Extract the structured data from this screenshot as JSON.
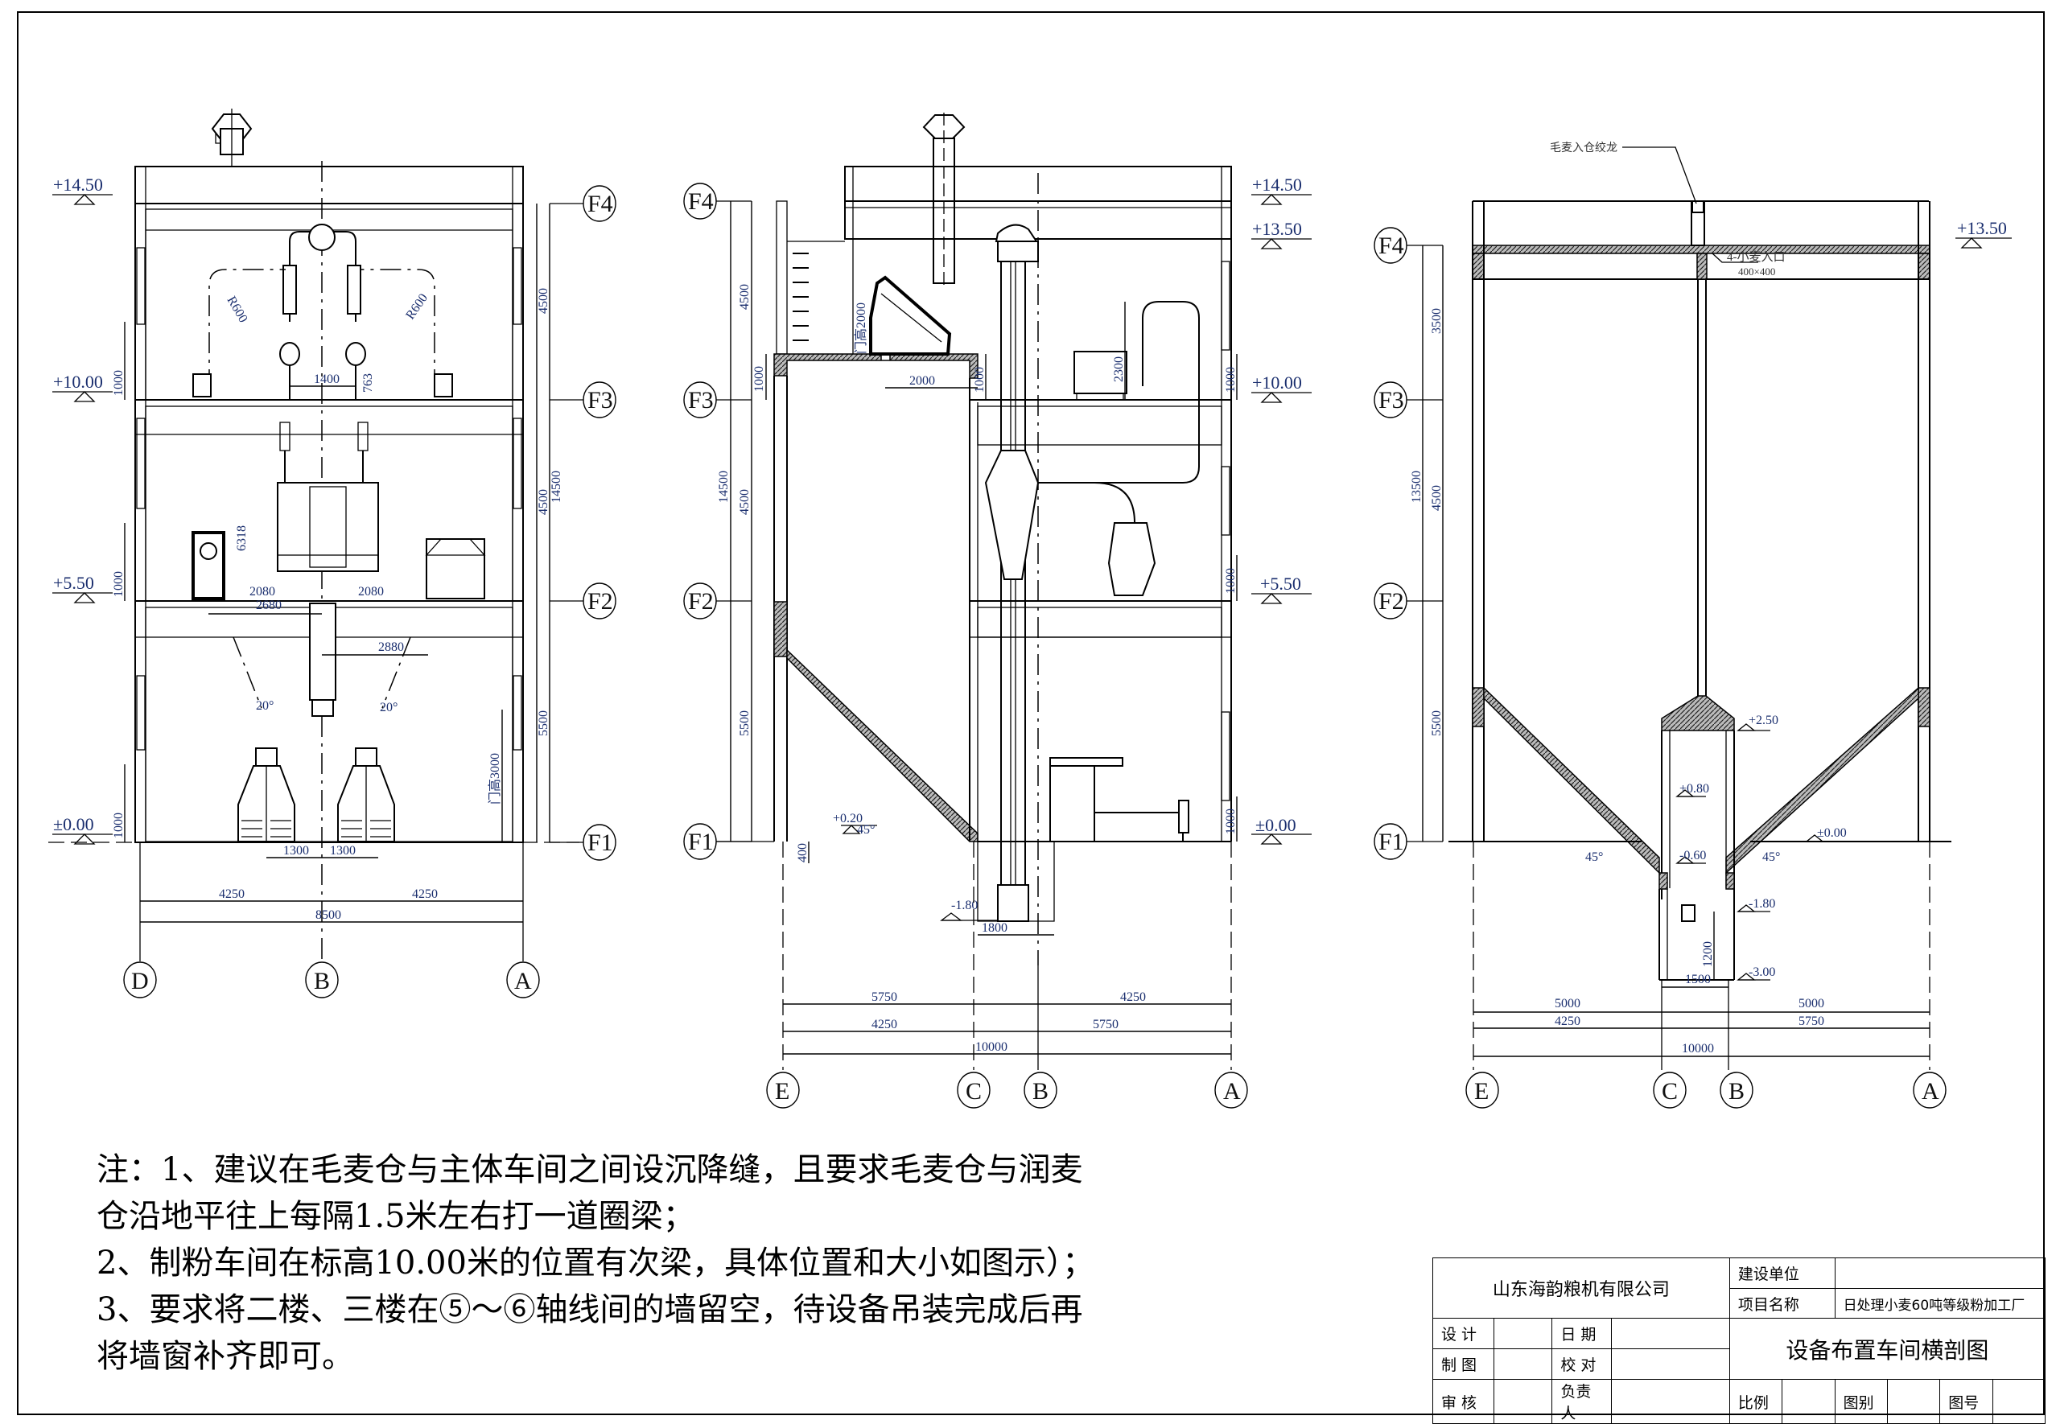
{
  "drawing": {
    "title": "设备布置车间横剖图",
    "left_section": {
      "levels": [
        "+14.50",
        "+10.00",
        "+5.50",
        "±0.00"
      ],
      "floor_axes": [
        "F4",
        "F3",
        "F2",
        "F1"
      ],
      "grid_axes": [
        "D",
        "B",
        "A"
      ],
      "vertical_dims": [
        "4500",
        "4500",
        "5500",
        "14500",
        "1000",
        "1000",
        "1000"
      ],
      "horizontal_dims": {
        "span_left": "4250",
        "span_right": "4250",
        "total": "8500",
        "pipe_spacing": "1400",
        "pipe_drop": "763",
        "r_left": "R600",
        "r_right": "R600",
        "height_6318": "6318",
        "sieve_left": "2080",
        "sieve_right": "2080",
        "offset_2680": "2680",
        "offset_2880": "2880",
        "angle_left": "20°",
        "angle_right": "20°",
        "bin_left": "1300",
        "bin_right": "1300",
        "door_height": "门高3000"
      }
    },
    "middle_section": {
      "levels": [
        "+14.50",
        "+13.50",
        "+10.00",
        "+5.50",
        "±0.00",
        "+0.20",
        "-1.80"
      ],
      "floor_axes": [
        "F4",
        "F3",
        "F2",
        "F1"
      ],
      "grid_axes": [
        "E",
        "C",
        "B",
        "A"
      ],
      "vertical_dims": [
        "4500",
        "4500",
        "5500",
        "14500",
        "1000",
        "1000",
        "1000",
        "1000",
        "1000",
        "2300",
        "400"
      ],
      "labels": {
        "door_height": "门高2000",
        "beam_2000": "2000",
        "pit_1800": "1800",
        "angle": "45°"
      },
      "horizontal_dims": {
        "row1": [
          "5750",
          "4250"
        ],
        "row2": [
          "4250",
          "5750"
        ],
        "total": "10000"
      }
    },
    "right_section": {
      "levels": [
        "+13.50",
        "+2.50",
        "+0.80",
        "±0.00",
        "-0.60",
        "-1.80",
        "-3.00"
      ],
      "floor_axes": [
        "F4",
        "F3",
        "F2",
        "F1"
      ],
      "grid_axes": [
        "E",
        "C",
        "B",
        "A"
      ],
      "vertical_dims": [
        "3500",
        "4500",
        "5500",
        "13500",
        "1200"
      ],
      "callouts": {
        "conveyor": "毛麦入仓绞龙",
        "inlet": "4-小麦入口",
        "inlet_size": "400×400"
      },
      "labels": {
        "angle_left": "45°",
        "angle_right": "45°",
        "pit_width": "1500"
      },
      "horizontal_dims": {
        "row1": [
          "5000",
          "5000"
        ],
        "row2": [
          "4250",
          "5750"
        ],
        "total": "10000"
      }
    }
  },
  "notes": [
    "注：1、建议在毛麦仓与主体车间之间设沉降缝，且要求毛麦仓与润麦",
    "仓沿地平往上每隔1.5米左右打一道圈梁；",
    "2、制粉车间在标高10.00米的位置有次梁，具体位置和大小如图示）；",
    "3、要求将二楼、三楼在⑤～⑥轴线间的墙留空，待设备吊装完成后再",
    "将墙窗补齐即可。"
  ],
  "title_block": {
    "company": "山东海韵粮机有限公司",
    "client_label": "建设单位",
    "client_value": "",
    "project_label": "项目名称",
    "project_value": "日处理小麦60吨等级粉加工厂",
    "design_label": "设 计",
    "date_label": "日 期",
    "draw_label": "制 图",
    "check_label": "校 对",
    "review_label": "审 核",
    "owner_label": "负责人",
    "scale_label": "比例",
    "category_label": "图别",
    "number_label": "图号",
    "drawing_title": "设备布置车间横剖图"
  }
}
